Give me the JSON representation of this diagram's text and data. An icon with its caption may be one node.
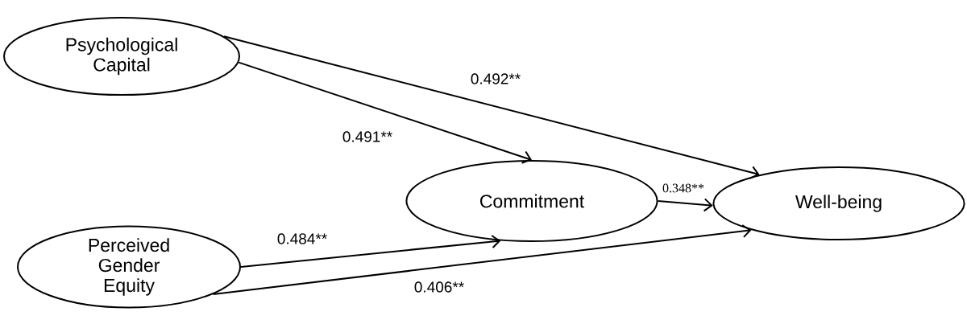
{
  "diagram": {
    "nodes": [
      {
        "text": [
          "Psychological Capital"
        ]
      },
      {
        "text": [
          "Perceived Gender Equity"
        ]
      },
      {
        "text": [
          "Commitment"
        ]
      },
      {
        "text": [
          "Well-being"
        ]
      }
    ],
    "edges": [
      {
        "from": 0,
        "to": 3,
        "arrow": "to",
        "label": "0.492**"
      },
      {
        "from": 0,
        "to": 2,
        "arrow": "to",
        "label": "0.491**"
      },
      {
        "from": 1,
        "to": 2,
        "arrow": "to",
        "label": "0.484**"
      },
      {
        "from": 1,
        "to": 3,
        "arrow": "to",
        "label": "0.406**"
      },
      {
        "from": 2,
        "to": 3,
        "arrow": "to",
        "label": "0.348**"
      }
    ]
  }
}
